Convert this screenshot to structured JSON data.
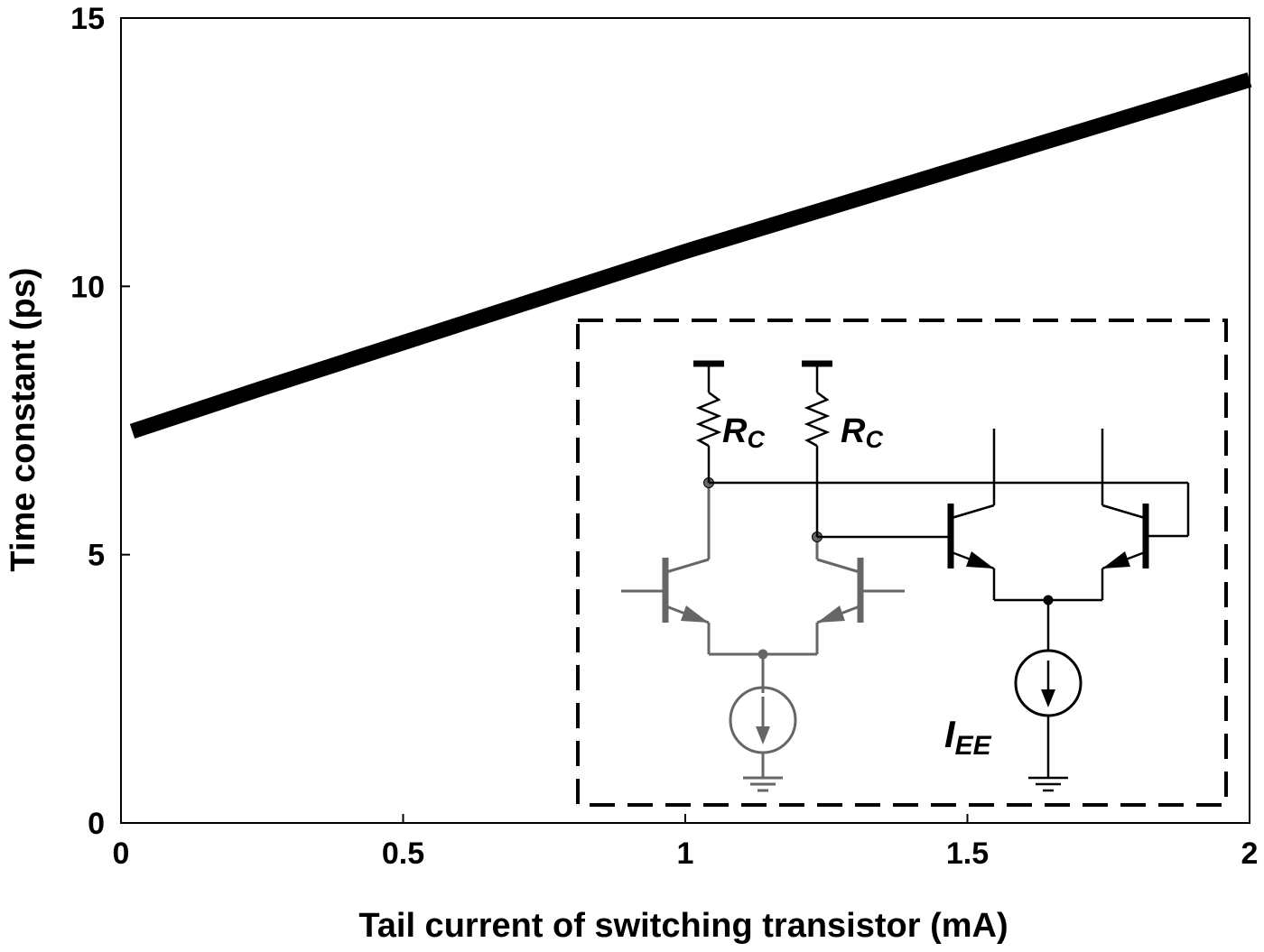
{
  "chart_data": {
    "type": "line",
    "xlabel": "Tail current of switching transistor (mA)",
    "ylabel": "Time constant (ps)",
    "xlim": [
      0,
      2
    ],
    "ylim": [
      0,
      15
    ],
    "xticks": [
      0,
      0.5,
      1,
      1.5,
      2
    ],
    "xtick_labels": [
      "0",
      "0.5",
      "1",
      "1.5",
      "2"
    ],
    "yticks": [
      0,
      5,
      10,
      15
    ],
    "ytick_labels": [
      "0",
      "5",
      "10",
      "15"
    ],
    "grid": false,
    "series": [
      {
        "color": "#000000",
        "x": [
          0.02,
          0.25,
          0.5,
          0.75,
          1.0,
          1.25,
          1.5,
          1.75,
          2.0
        ],
        "y": [
          7.3,
          8.1,
          8.95,
          9.8,
          10.65,
          11.45,
          12.25,
          13.05,
          13.85
        ]
      }
    ],
    "inset": {
      "resistor_label_main": "R",
      "resistor_label_sub": "C",
      "current_label_main": "I",
      "current_label_sub": "EE"
    }
  }
}
